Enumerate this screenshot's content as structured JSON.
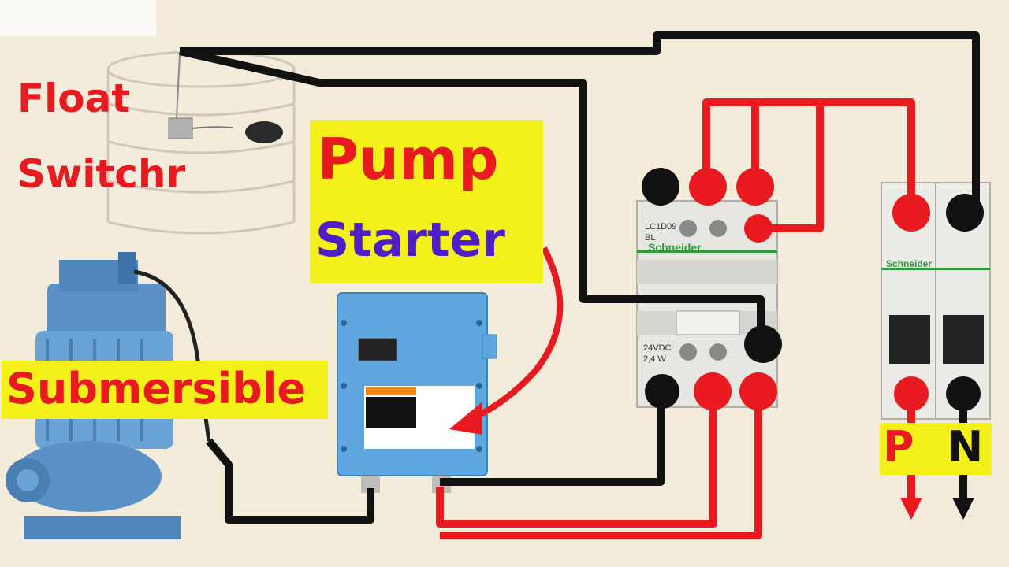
{
  "labels": {
    "float_switch_line1": "Float",
    "float_switch_line2": "Switchr",
    "pump": "Pump",
    "starter": "Starter",
    "submersible": "Submersible",
    "phase": "P",
    "neutral": "N"
  },
  "contactor": {
    "brand": "Schneider",
    "model_line1": "LC1D09",
    "model_line2": "BL",
    "coil_line1": "24VDC",
    "coil_line2": "2,4 W"
  },
  "breaker": {
    "brand": "Schneider"
  },
  "colors": {
    "background": "#f3ecda",
    "phase_wire": "#e8191f",
    "neutral_wire": "#111111",
    "highlight": "#f4f11a",
    "starter_text": "#4e1fc9",
    "pump_body": "#5a92c8",
    "starter_box": "#5fa8df"
  }
}
